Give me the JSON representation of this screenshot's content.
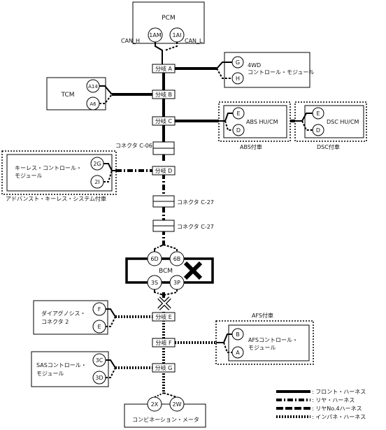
{
  "modules": {
    "pcm": {
      "title": "PCM",
      "pins": [
        "1AM",
        "1AI"
      ],
      "can_h": "CAN_H",
      "can_l": "CAN_L"
    },
    "fourwd": {
      "title_line1": "4WD",
      "title_line2": "コントロール・モジュール",
      "pins": [
        "G",
        "H"
      ]
    },
    "tcm": {
      "title": "TCM",
      "pins": [
        "A14",
        "A6"
      ]
    },
    "abs": {
      "title": "ABS HU/CM",
      "pins": [
        "E",
        "D"
      ],
      "option": "ABS付車"
    },
    "dsc": {
      "title": "DSC HU/CM",
      "pins": [
        "E",
        "D"
      ],
      "option": "DSC付車"
    },
    "keyless": {
      "title_line1": "キーレス・コントロール・",
      "title_line2": "モジュール",
      "pins": [
        "2G",
        "2I"
      ],
      "option": "アドバンスト・キーレス・システム付車"
    },
    "bcm": {
      "title": "BCM",
      "pins": [
        "6D",
        "6B",
        "3S",
        "3P"
      ]
    },
    "diag": {
      "title_line1": "ダイアグノシス・",
      "title_line2": "コネクタ 2",
      "pins": [
        "F",
        "E"
      ]
    },
    "afs": {
      "title_line1": "AFSコントロール・",
      "title_line2": "モジュール",
      "pins": [
        "B",
        "A"
      ],
      "option": "AFS付車"
    },
    "sas": {
      "title_line1": "SASコントロール・",
      "title_line2": "モジュール",
      "pins": [
        "3C",
        "3D"
      ]
    },
    "meter": {
      "title": "コンビネーション・メータ",
      "pins": [
        "2X",
        "2W"
      ]
    }
  },
  "branches": {
    "a": "分岐 A",
    "b": "分岐 B",
    "c": "分岐 C",
    "d": "分岐 D",
    "e": "分岐 E",
    "f": "分岐 F",
    "g": "分岐 G"
  },
  "connectors": {
    "c06": "コネクタ C-06",
    "c27a": "コネクタ C-27",
    "c27b": "コネクタ C-27"
  },
  "legend": {
    "front": ": フロント・ハーネス",
    "rear": ": リヤ・ハーネス",
    "rear_no4": ": リヤNo.4ハーネス",
    "instrument": ": インパネ・ハーネス"
  },
  "colors": {
    "line": "#000000",
    "background": "#ffffff"
  }
}
